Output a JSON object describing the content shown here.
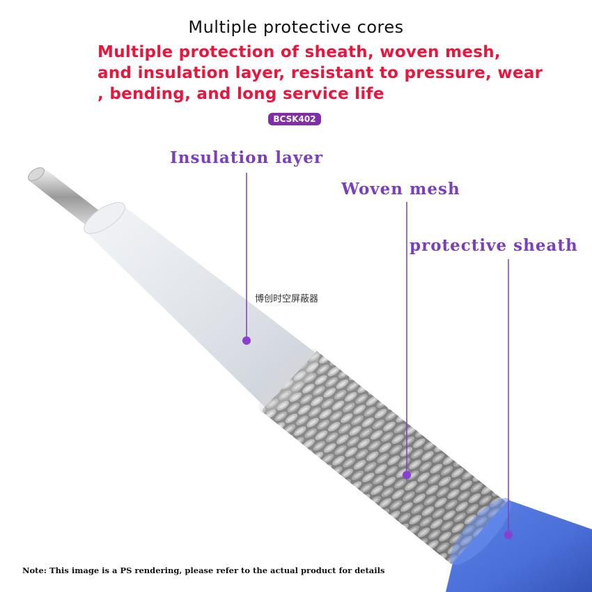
{
  "header": {
    "title": "Multiple protective cores",
    "subtitle_lines": [
      "Multiple protection of sheath, woven mesh,",
      "and insulation layer, resistant to pressure, wear",
      ", bending, and long service life"
    ],
    "badge": "BCSK402"
  },
  "labels": {
    "insulation": "Insulation layer",
    "mesh": "Woven mesh",
    "sheath": "protective sheath"
  },
  "watermark": "博创时空屏蔽器",
  "note": "Note: This image is a PS rendering, please refer to the actual product for details",
  "colors": {
    "title_red": "#e8163c",
    "label_purple": "#7a3fbf",
    "badge_purple": "#7f2ea8",
    "sheath_blue": "#4a6fd8",
    "insulation_white": "#e4e7ec"
  }
}
